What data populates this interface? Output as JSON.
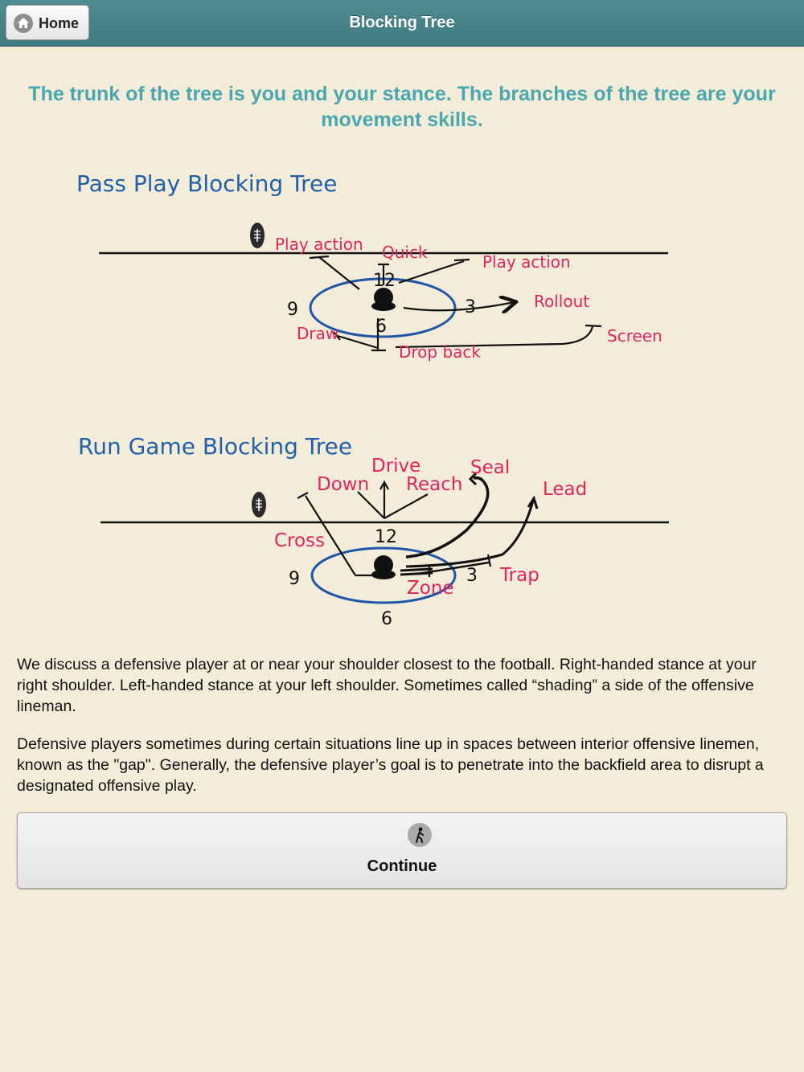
{
  "header": {
    "title": "Blocking Tree",
    "home_label": "Home"
  },
  "intro": "The trunk of the tree is you and your stance. The branches of the tree are your movement skills.",
  "pass_tree": {
    "title": "Pass Play Blocking Tree",
    "labels": {
      "play_action_left": "Play action",
      "quick": "Quick",
      "play_action_right": "Play action",
      "rollout": "Rollout",
      "screen": "Screen",
      "draw": "Draw",
      "drop_back": "Drop back"
    },
    "clock": {
      "n12": "12",
      "n9": "9",
      "n3": "3",
      "n6": "6"
    }
  },
  "run_tree": {
    "title": "Run Game Blocking Tree",
    "labels": {
      "drive": "Drive",
      "down": "Down",
      "reach": "Reach",
      "seal": "Seal",
      "lead": "Lead",
      "cross": "Cross",
      "trap": "Trap",
      "zone": "Zone"
    },
    "clock": {
      "n12": "12",
      "n9": "9",
      "n3": "3",
      "n6": "6"
    }
  },
  "paragraphs": [
    "We discuss a defensive player at or near your shoulder closest to the football. Right-handed stance at your right shoulder. Left-handed stance at your left shoulder. Sometimes called “shading” a side of the offensive lineman.",
    "Defensive players sometimes during certain situations line up in spaces between interior offensive linemen, known as the \"gap\". Generally, the defensive player’s goal is to penetrate into the backfield area to disrupt a designated offensive play."
  ],
  "continue_label": "Continue",
  "icons": {
    "home": "home-icon",
    "continue": "lineman-stance-icon",
    "football": "football-icon",
    "player": "player-icon"
  },
  "colors": {
    "header_bg": "#4f8d93",
    "intro_text": "#4aa7b0",
    "diagram_title": "#2060a8",
    "diagram_label": "#e0245e",
    "ellipse": "#1f56a8",
    "background": "#f3ecd9"
  }
}
